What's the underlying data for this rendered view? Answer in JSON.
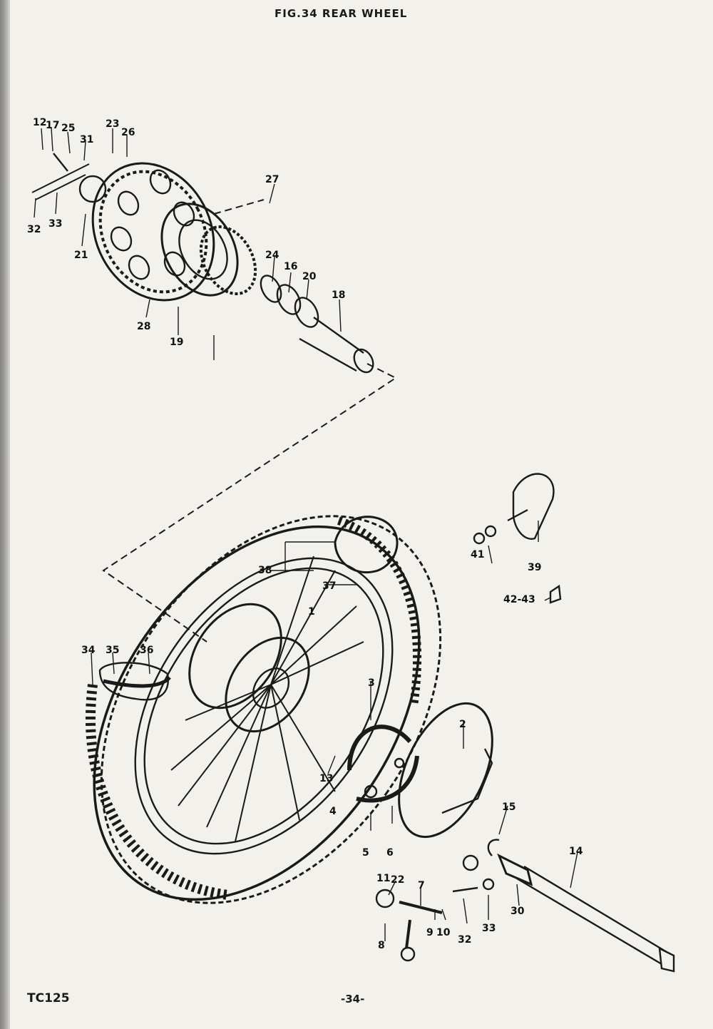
{
  "header": {
    "title": "FIG.34 REAR WHEEL"
  },
  "footer": {
    "model": "TC125",
    "page": "-34-"
  },
  "callouts": [
    "12",
    "17",
    "25",
    "31",
    "23",
    "26",
    "32",
    "33",
    "21",
    "27",
    "24",
    "16",
    "20",
    "18",
    "28",
    "19",
    "38",
    "37",
    "1",
    "34",
    "35",
    "36",
    "3",
    "2",
    "13",
    "39",
    "41",
    "42-43",
    "4",
    "5",
    "6",
    "11",
    "22",
    "7",
    "8",
    "9",
    "10",
    "15",
    "14",
    "30",
    "32",
    "33"
  ]
}
